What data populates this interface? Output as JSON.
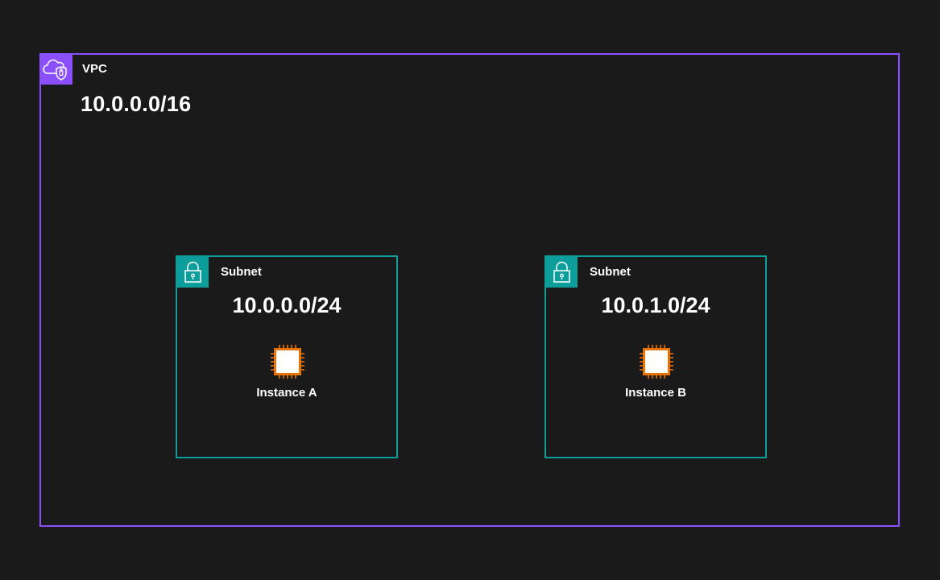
{
  "colors": {
    "background": "#1a1a1a",
    "vpc_border": "#8c4fff",
    "subnet_border": "#0d9e9c",
    "instance_orange": "#e8730b"
  },
  "vpc": {
    "label": "VPC",
    "cidr": "10.0.0.0/16",
    "icon": "vpc-cloud-icon"
  },
  "subnets": [
    {
      "label": "Subnet",
      "cidr": "10.0.0.0/24",
      "icon": "lock-icon",
      "instance": {
        "label": "Instance A",
        "icon": "ec2-instance-icon"
      }
    },
    {
      "label": "Subnet",
      "cidr": "10.0.1.0/24",
      "icon": "lock-icon",
      "instance": {
        "label": "Instance B",
        "icon": "ec2-instance-icon"
      }
    }
  ]
}
